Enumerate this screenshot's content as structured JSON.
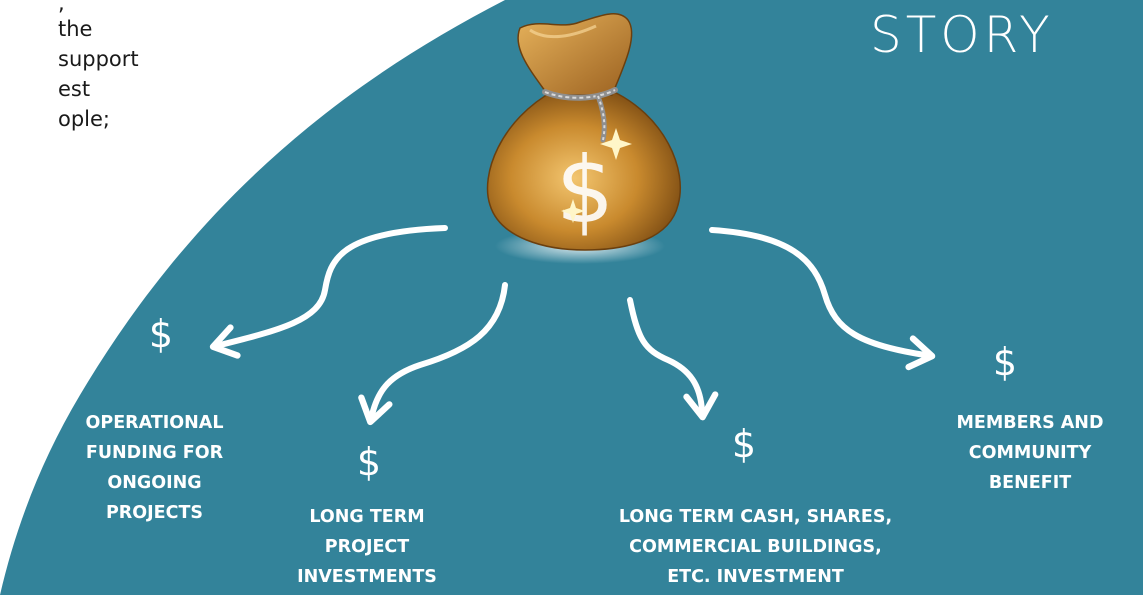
{
  "intro_text": {
    "lines": [
      "the",
      "support",
      "est",
      "ople;"
    ]
  },
  "title": "STORY",
  "colors": {
    "panel": "#33839a",
    "text_light": "#ffffff",
    "text_dark": "#1a1a1a",
    "bag_gold": "#c98a2e",
    "bag_highlight": "#f2c46b"
  },
  "icon": "money-bag-icon",
  "branches": [
    {
      "dollar": "$",
      "label_lines": [
        "OPERATIONAL",
        "FUNDING FOR",
        "ONGOING",
        "PROJECTS"
      ]
    },
    {
      "dollar": "$",
      "label_lines": [
        "LONG TERM",
        "PROJECT",
        "INVESTMENTS"
      ]
    },
    {
      "dollar": "$",
      "label_lines": [
        "LONG TERM CASH, SHARES,",
        "COMMERCIAL BUILDINGS,",
        "ETC. INVESTMENT"
      ]
    },
    {
      "dollar": "$",
      "label_lines": [
        "MEMBERS AND",
        "COMMUNITY",
        "BENEFIT"
      ]
    }
  ]
}
